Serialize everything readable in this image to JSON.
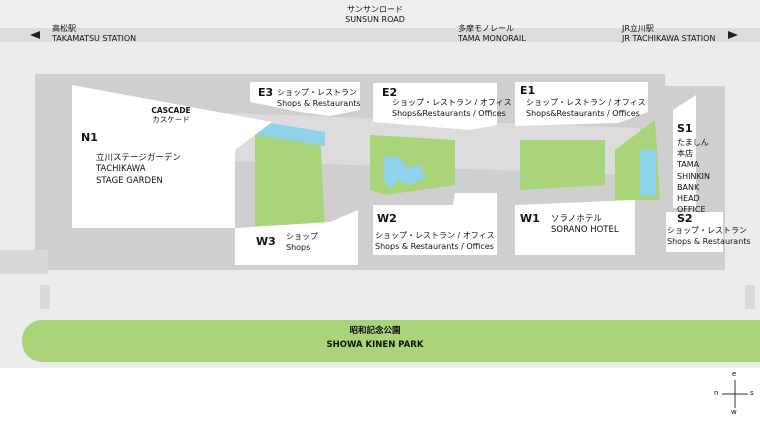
{
  "top": {
    "sunsun_jp": "サンサンロード",
    "sunsun_en": "SUNSUN ROAD",
    "left_station_jp": "高松駅",
    "left_station_en": "TAKAMATSU STATION",
    "monorail_jp": "多摩モノレール",
    "monorail_en": "TAMA MONORAIL",
    "right_station_jp": "JR立川駅",
    "right_station_en": "JR TACHIKAWA STATION"
  },
  "cascade": {
    "en": "CASCADE",
    "jp": "カスケード"
  },
  "blocks": {
    "n1": {
      "code": "N1",
      "jp": "立川ステージガーデン",
      "en1": "TACHIKAWA",
      "en2": "STAGE GARDEN"
    },
    "e3": {
      "code": "E3",
      "jp": "ショップ・レストラン",
      "en": "Shops & Restaurants"
    },
    "e2": {
      "code": "E2",
      "jp": "ショップ・レストラン / オフィス",
      "en": "Shops&Restaurants / Offices"
    },
    "e1": {
      "code": "E1",
      "jp": "ショップ・レストラン / オフィス",
      "en": "Shops&Restaurants / Offices"
    },
    "s1": {
      "code": "S1",
      "l1": "たましん",
      "l2": "本店",
      "l3": "TAMA",
      "l4": "SHINKIN",
      "l5": "BANK",
      "l6": "HEAD",
      "l7": "OFFICE"
    },
    "s2": {
      "code": "S2",
      "jp": "ショップ・レストラン",
      "en": "Shops & Restaurants"
    },
    "w3": {
      "code": "W3",
      "jp": "ショップ",
      "en": "Shops"
    },
    "w2": {
      "code": "W2",
      "jp": "ショップ・レストラン / オフィス",
      "en": "Shops & Restaurants / Offices"
    },
    "w1": {
      "code": "W1",
      "jp": "ソラノホテル",
      "en": "SORANO HOTEL"
    }
  },
  "park": {
    "jp": "昭和記念公園",
    "en": "SHOWA KINEN PARK"
  },
  "compass": {
    "e": "e",
    "n": "n",
    "s": "s",
    "w": "w"
  },
  "colors": {
    "road": "#e4e4e4",
    "site": "#cdcdcd",
    "green": "#a9d47a",
    "water": "#8ed3ea",
    "park": "#a9d47a"
  }
}
